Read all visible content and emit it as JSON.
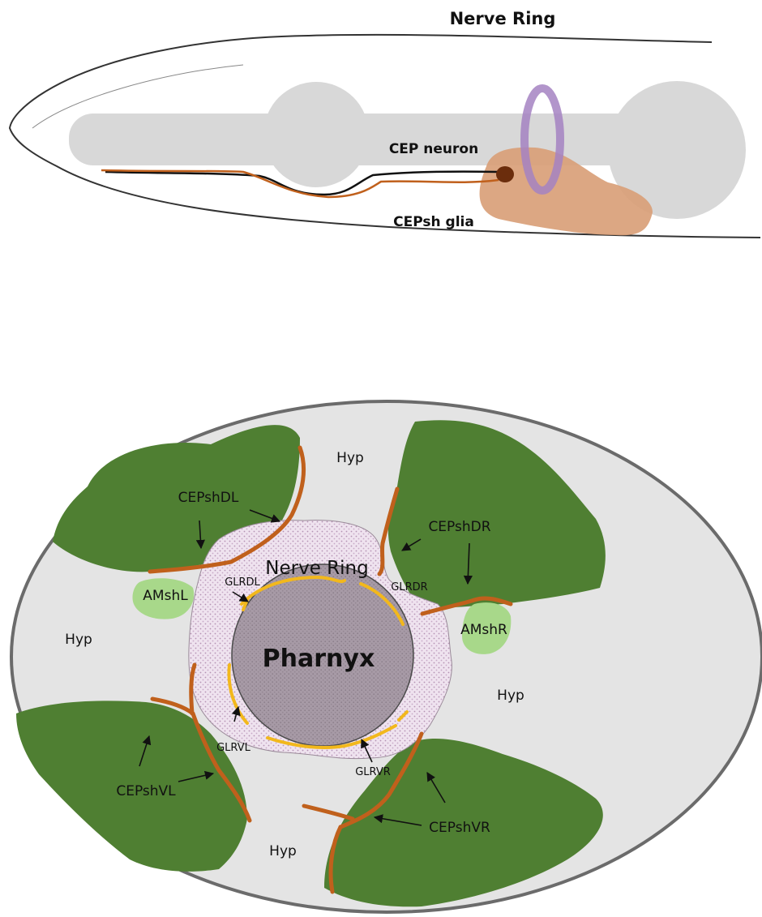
{
  "top_diagram": {
    "nerve_ring_label": "Nerve Ring",
    "cep_neuron_label": "CEP neuron",
    "cepsh_glia_label": "CEPsh glia",
    "colors": {
      "nerve_ring": "#7b3fa0",
      "glia": "#c0601c",
      "glia_fill": "#dca27a",
      "pharynx": "#d8d8d8"
    }
  },
  "cross_section": {
    "pharynx_label": "Pharnyx",
    "nerve_ring_label": "Nerve Ring",
    "hyp_labels": [
      "Hyp",
      "Hyp",
      "Hyp",
      "Hyp"
    ],
    "cepsh_labels": {
      "dl": "CEPshDL",
      "dr": "CEPshDR",
      "vl": "CEPshVL",
      "vr": "CEPshVR"
    },
    "amsh_labels": {
      "left": "AMshL",
      "right": "AMshR"
    },
    "glr_labels": {
      "dl": "GLRDL",
      "dr": "GLRDR",
      "vl": "GLRVL",
      "vr": "GLRVR"
    },
    "colors": {
      "cepsh_fill": "#4f7f32",
      "amsh_fill": "#a8d88a",
      "glia_process": "#c0601c",
      "glr_process": "#f2b81c",
      "hyp_fill": "#e4e4e4",
      "outline": "#6b6b6b"
    }
  }
}
